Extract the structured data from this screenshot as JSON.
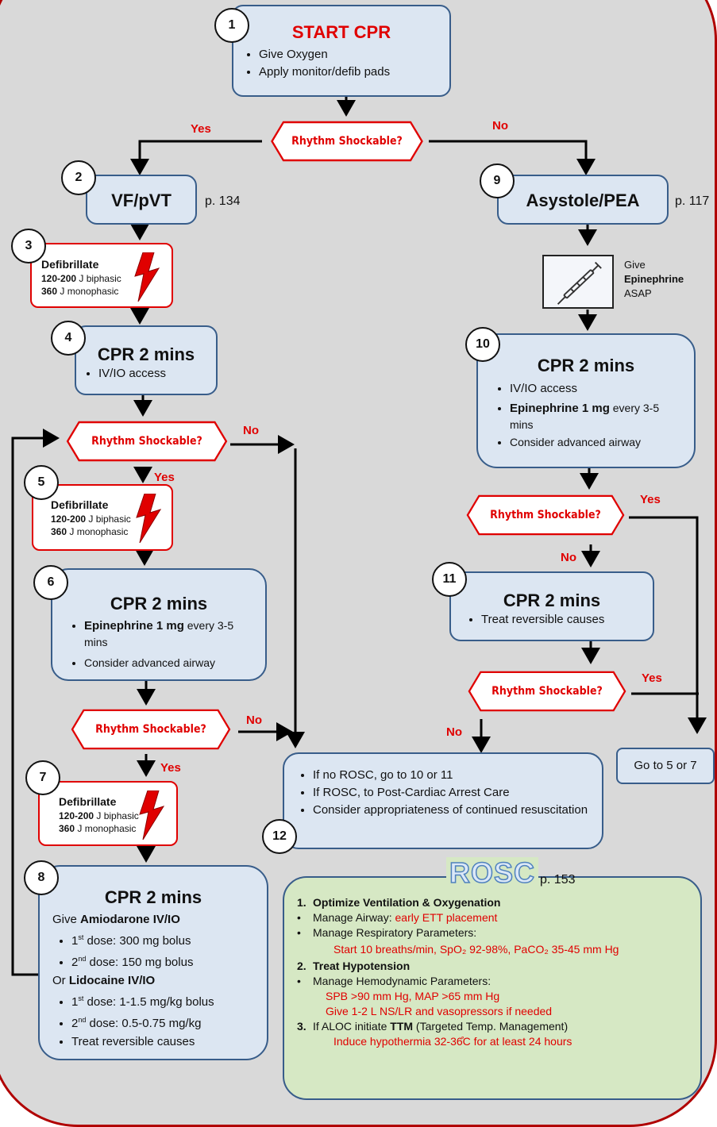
{
  "steps": {
    "s1": {
      "num": "1",
      "title": "START CPR",
      "items": [
        "Give Oxygen",
        "Apply monitor/defib pads"
      ]
    },
    "s2": {
      "num": "2",
      "title": "VF/pVT",
      "page": "p. 134"
    },
    "s3": {
      "num": "3",
      "head": "Defibrillate",
      "l1b": "120-200",
      "l1": " J biphasic",
      "l2b": "360",
      "l2": " J monophasic"
    },
    "s4": {
      "num": "4",
      "title": "CPR 2 mins",
      "items": [
        "IV/IO access"
      ]
    },
    "s5": {
      "num": "5",
      "head": "Defibrillate",
      "l1b": "120-200",
      "l1": " J biphasic",
      "l2b": "360",
      "l2": " J monophasic"
    },
    "s6": {
      "num": "6",
      "title": "CPR 2 mins",
      "item1b": "Epinephrine 1 mg",
      "item1": " every 3-5 mins",
      "item2": "Consider advanced airway"
    },
    "s7": {
      "num": "7",
      "head": "Defibrillate",
      "l1b": "120-200",
      "l1": " J biphasic",
      "l2b": "360",
      "l2": " J monophasic"
    },
    "s8": {
      "num": "8",
      "title": "CPR 2 mins",
      "give": "Give ",
      "amio": "Amiodarone IV/IO",
      "a1": "1",
      "a1sup": "st",
      "a1t": " dose: 300 mg bolus",
      "a2": "2",
      "a2sup": "nd",
      "a2t": " dose: 150 mg bolus",
      "or": "Or ",
      "lido": "Lidocaine IV/IO",
      "l1": "1",
      "l1sup": "st",
      "l1t": " dose: 1-1.5 mg/kg bolus",
      "l2": "2",
      "l2sup": "nd",
      "l2t": " dose: 0.5-0.75 mg/kg",
      "treat": "Treat reversible causes"
    },
    "s9": {
      "num": "9",
      "title": "Asystole/PEA",
      "page": "p. 117"
    },
    "epi": {
      "give": "Give",
      "drug": "Epinephrine",
      "asap": "ASAP"
    },
    "s10": {
      "num": "10",
      "title": "CPR 2 mins",
      "item1": "IV/IO access",
      "item2b": "Epinephrine 1 mg",
      "item2": " every 3-5 mins",
      "item3": "Consider advanced airway"
    },
    "s11": {
      "num": "11",
      "title": "CPR 2 mins",
      "item1": "Treat reversible causes"
    },
    "s12": {
      "num": "12",
      "items": [
        "If no ROSC, go to 10 or 11",
        "If ROSC, to Post-Cardiac Arrest Care",
        "Consider appropriateness of continued resuscitation"
      ]
    },
    "goto": {
      "text": "Go to 5 or 7"
    }
  },
  "decision": {
    "label": "Rhythm Shockable?",
    "yes": "Yes",
    "no": "No"
  },
  "rosc": {
    "title": "ROSC",
    "page": "p. 153",
    "h1n": "1.",
    "h1": "Optimize Ventilation & Oxygenation",
    "b1": "Manage Airway: ",
    "b1r": "early ETT placement",
    "b2": "Manage Respiratory Parameters:",
    "b2r": "Start 10 breaths/min, SpO₂ 92-98%, PaCO₂ 35-45 mm Hg",
    "h2n": "2.",
    "h2": "Treat Hypotension",
    "b3": "Manage Hemodynamic Parameters:",
    "b3r1": "SPB >90 mm Hg, MAP >65 mm Hg",
    "b3r2": "Give 1-2 L NS/LR and vasopressors if needed",
    "h3n": "3.",
    "h3a": "If ALOC initiate ",
    "h3b": "TTM",
    "h3c": " (Targeted Temp. Management)",
    "h3r": "Induce hypothermia 32-36̊C for at least 24 hours"
  }
}
